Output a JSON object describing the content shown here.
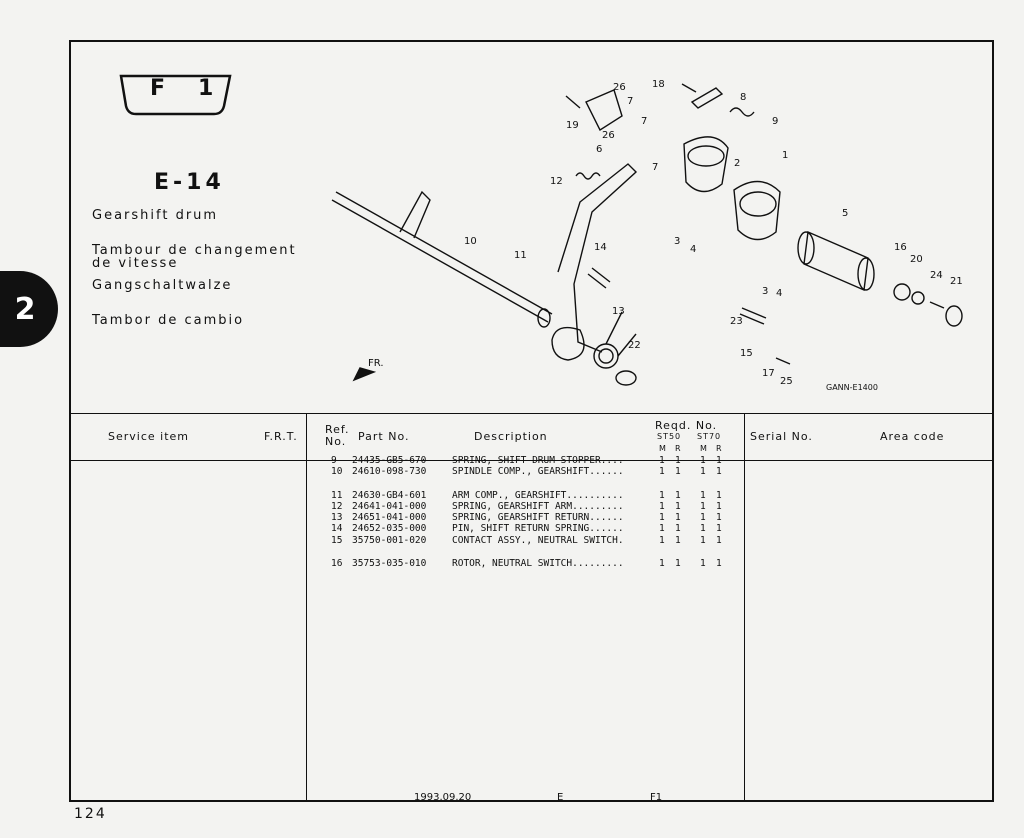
{
  "section_tab": "2",
  "badge": {
    "letter": "F",
    "number": "1"
  },
  "group_code": "E-14",
  "names": [
    {
      "text": "Gearshift drum"
    },
    {
      "text": "Tambour de changement de vitesse"
    },
    {
      "text": "Gangschaltwalze"
    },
    {
      "text": "Tambor de cambio"
    }
  ],
  "drawing": {
    "fr_arrow_label": "FR.",
    "code": "GANN-E1400",
    "callouts": [
      "1",
      "2",
      "3",
      "3",
      "4",
      "4",
      "5",
      "6",
      "7",
      "7",
      "7",
      "8",
      "9",
      "10",
      "11",
      "12",
      "13",
      "14",
      "15",
      "16",
      "17",
      "18",
      "19",
      "20",
      "21",
      "22",
      "23",
      "24",
      "25",
      "26",
      "26"
    ]
  },
  "table": {
    "headers": {
      "service_item": "Service  item",
      "frt": "F.R.T.",
      "ref_no": "Ref. No.",
      "part_no": "Part No.",
      "description": "Description",
      "reqd_no": "Reqd. No.",
      "col_st50": "ST50",
      "col_st70": "ST70",
      "sub_m1": "M",
      "sub_r1": "R",
      "sub_m2": "M",
      "sub_r2": "R",
      "serial_no": "Serial No.",
      "area_code": "Area  code"
    },
    "rows": [
      {
        "ref": "9",
        "part": "24435-GB5-670",
        "desc": "SPRING, SHIFT DRUM STOPPER....",
        "q": [
          "1",
          "1",
          "1",
          "1"
        ]
      },
      {
        "ref": "10",
        "part": "24610-098-730",
        "desc": "SPINDLE COMP., GEARSHIFT......",
        "q": [
          "1",
          "1",
          "1",
          "1"
        ]
      },
      {
        "ref": "11",
        "part": "24630-GB4-601",
        "desc": "ARM COMP., GEARSHIFT..........",
        "q": [
          "1",
          "1",
          "1",
          "1"
        ]
      },
      {
        "ref": "12",
        "part": "24641-041-000",
        "desc": "SPRING, GEARSHIFT ARM.........",
        "q": [
          "1",
          "1",
          "1",
          "1"
        ]
      },
      {
        "ref": "13",
        "part": "24651-041-000",
        "desc": "SPRING, GEARSHIFT RETURN......",
        "q": [
          "1",
          "1",
          "1",
          "1"
        ]
      },
      {
        "ref": "14",
        "part": "24652-035-000",
        "desc": "PIN, SHIFT RETURN SPRING......",
        "q": [
          "1",
          "1",
          "1",
          "1"
        ]
      },
      {
        "ref": "15",
        "part": "35750-001-020",
        "desc": "CONTACT ASSY., NEUTRAL SWITCH.",
        "q": [
          "1",
          "1",
          "1",
          "1"
        ]
      },
      {
        "ref": "16",
        "part": "35753-035-010",
        "desc": "ROTOR, NEUTRAL SWITCH.........",
        "q": [
          "1",
          "1",
          "1",
          "1"
        ]
      }
    ]
  },
  "footer": {
    "date": "1993.09.20",
    "letter": "E",
    "code": "F1"
  },
  "page_number": "124"
}
